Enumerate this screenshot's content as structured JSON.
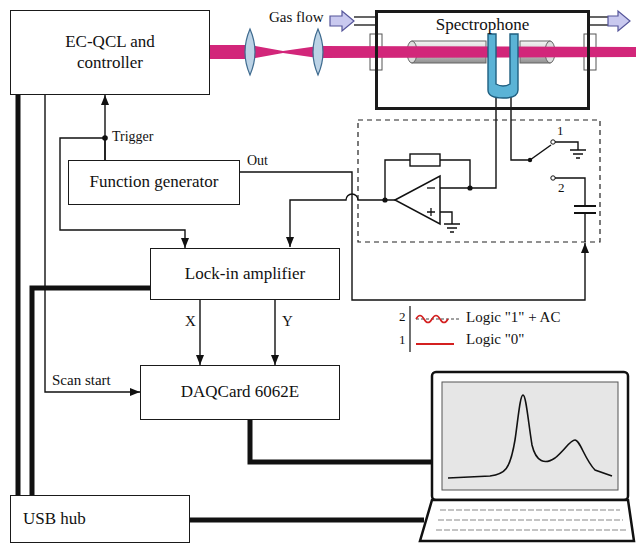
{
  "diagram": {
    "nodes": [
      {
        "text": [
          "EC-QCL and controller"
        ]
      },
      {
        "text": [
          "Spectrophone"
        ]
      },
      {
        "text": [
          "Function generator"
        ]
      },
      {
        "text": [
          "Lock-in amplifier"
        ]
      },
      {
        "text": [
          "DAQCard 6062E"
        ]
      },
      {
        "text": [
          "USB hub"
        ]
      }
    ],
    "edges": [
      {
        "from": 2,
        "to": 0,
        "arrow": "to",
        "label": "Trigger"
      },
      {
        "from": 2,
        "to": 3,
        "arrow": "to"
      },
      {
        "from": 0,
        "to": 4,
        "arrow": "to",
        "label": "Scan start"
      },
      {
        "from": 3,
        "to": 4,
        "arrow": "to",
        "label": "X"
      },
      {
        "from": 3,
        "to": 4,
        "arrow": "to",
        "label": "Y"
      },
      {
        "from": 0,
        "to": 5,
        "arrow": "none"
      },
      {
        "from": 3,
        "to": 5,
        "arrow": "none"
      }
    ],
    "labels": [
      "Gas flow",
      "Out",
      "1",
      "2",
      "2",
      "1"
    ],
    "legend": [
      {
        "text": "Logic \"1\" + AC"
      },
      {
        "text": "Logic \"0\""
      }
    ]
  }
}
